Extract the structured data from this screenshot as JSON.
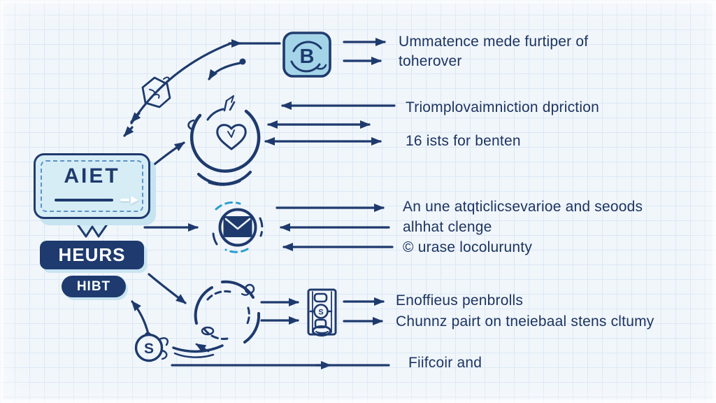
{
  "badge": {
    "label": "AIET"
  },
  "buttons": {
    "primary_label": "HEURS",
    "secondary_label": "HIBT"
  },
  "icons": {
    "b_box_letter": "B",
    "gear_letter": "S",
    "device_letter": "S",
    "b_box_icon": "sync-arcs-box-icon",
    "envelope_icon": "envelope-icon",
    "heart_circle_icon": "heart-globe-sketch-icon",
    "cycle_icon": "cycle-sketch-icon",
    "hexagon_icon": "hexagon-gear-icon",
    "device_icon": "control-device-icon",
    "gear_icon": "gear-s-icon"
  },
  "annotations": {
    "top_right": {
      "line1": "Ummatence mede furtiper of",
      "line2": "toherover"
    },
    "upper_mid": {
      "line1": "Triomplovaimniction dpriction",
      "line2": "16 ists for benten"
    },
    "middle": {
      "line1": "An une atqticlicsevarioe and seoods",
      "line2": "alhhat clenge",
      "line3": "© urase locolurunty"
    },
    "lower": {
      "line1": "Enoffieus penbrolls",
      "line2": "Chunnz pairt on tneiebaal stens cltumy"
    },
    "bottom": {
      "line1": "Fiifcoir and"
    }
  },
  "colors": {
    "navy": "#1e3a6d",
    "badge_fill": "#d6edf6",
    "icon_fill": "#a4d4e8",
    "accent_cyan": "#2a9ed0",
    "background": "#f1f6fb",
    "grid_line": "#dce8f4",
    "text": "#1d3461"
  }
}
